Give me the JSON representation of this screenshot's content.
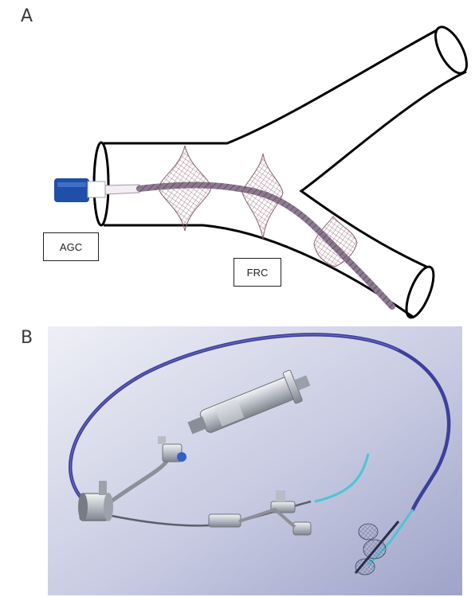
{
  "panel_a": {
    "letter": "A",
    "labels": {
      "agc": "AGC",
      "frc": "FRC"
    },
    "colors": {
      "outline": "#000000",
      "mesh": "#8a6070",
      "catheter_blue": "#1f4fa8"
    }
  },
  "panel_b": {
    "letter": "B",
    "colors": {
      "background": "#b9bdd8",
      "catheter_blue": "#3e3f9c",
      "wire_cyan": "#4fc3d8",
      "metal": "#c9ccd2"
    }
  }
}
